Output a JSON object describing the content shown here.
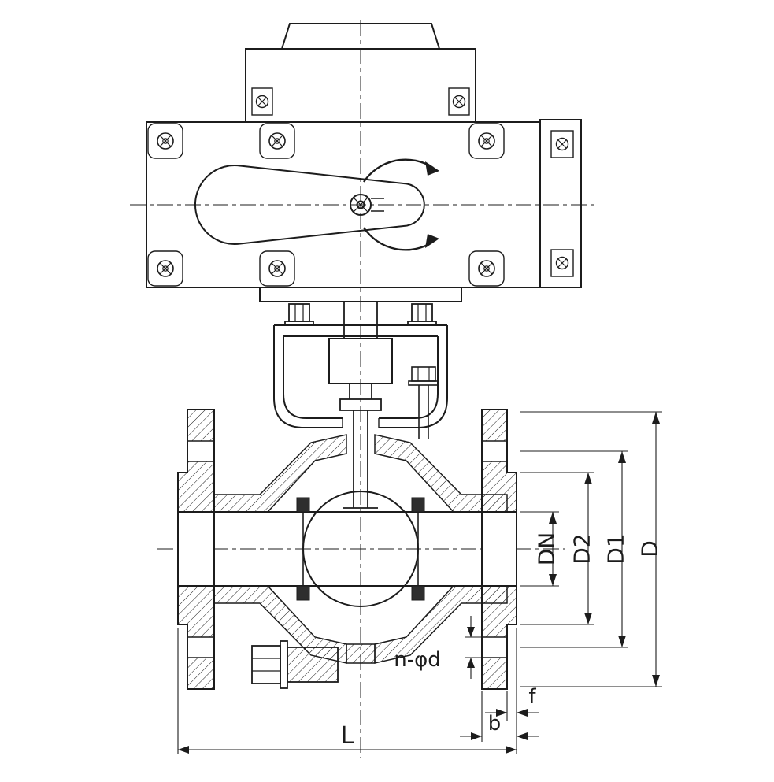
{
  "drawing": {
    "labels": {
      "dn": "DN",
      "d2": "D2",
      "d1": "D1",
      "d": "D",
      "n_phi_d": "n-φd",
      "f": "f",
      "b": "b",
      "l": "L"
    },
    "colors": {
      "line": "#1c1c1c",
      "background": "#ffffff"
    }
  }
}
